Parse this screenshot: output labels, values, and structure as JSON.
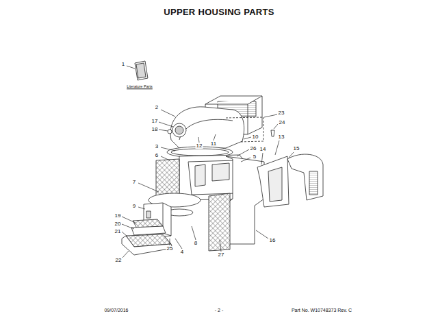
{
  "diagram": {
    "title": "UPPER HOUSING PARTS",
    "labels": [
      "1",
      "Literature Parts",
      "2",
      "23",
      "17",
      "24",
      "18",
      "10",
      "13",
      "12",
      "11",
      "3",
      "26",
      "14",
      "15",
      "6",
      "5",
      "7",
      "9",
      "19",
      "16",
      "20",
      "21",
      "8",
      "25",
      "4",
      "27",
      "22",
      "09/07/2016",
      "- 2 -",
      "Part No. W10748373 Rev. C"
    ]
  }
}
